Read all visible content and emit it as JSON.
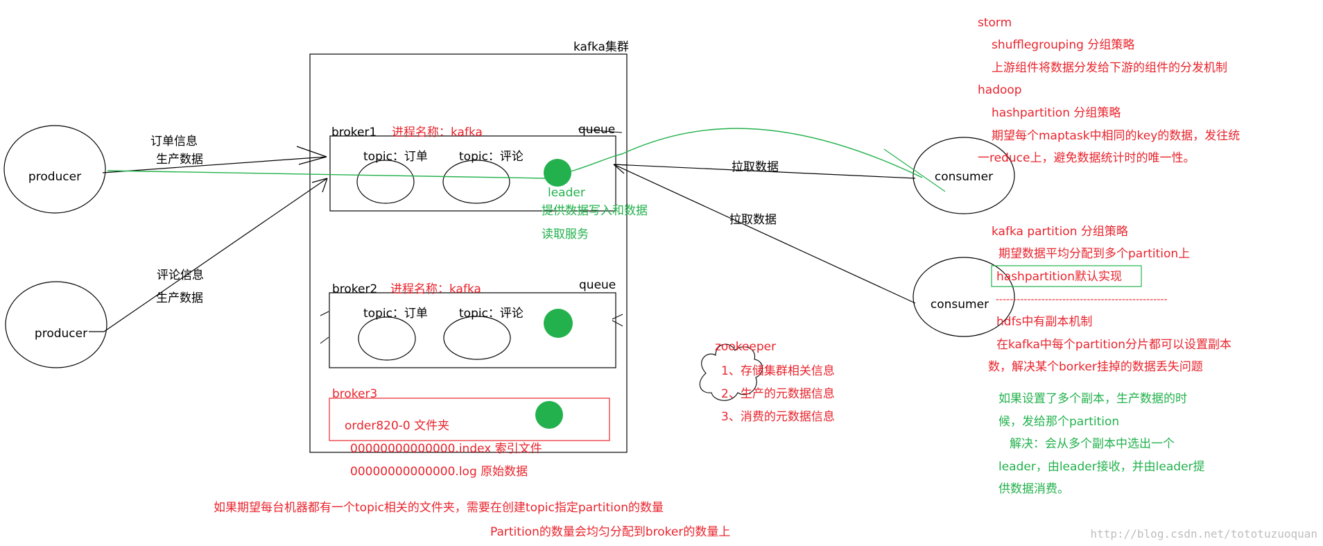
{
  "colors": {
    "black": "#000000",
    "red": "#e8242d",
    "green": "#22b14c",
    "watermark": "#bdbdbd"
  },
  "cluster": {
    "label": "kafka集群"
  },
  "producers": {
    "producer_1": "producer",
    "producer_2": "producer"
  },
  "consumers": {
    "consumer_1": "consumer",
    "consumer_2": "consumer"
  },
  "arrow_labels": {
    "order_info": "订单信息",
    "produce_data_1": "生产数据",
    "comment_info": "评论信息",
    "produce_data_2": "生产数据",
    "pull_data_1": "拉取数据",
    "pull_data_2": "拉取数据"
  },
  "broker1": {
    "name": "broker1",
    "process": "进程名称：kafka",
    "queue": "queue",
    "topic_order": "topic：订单",
    "topic_comment": "topic：评论"
  },
  "broker2": {
    "name": "broker2",
    "process": "进程名称：kafka",
    "queue": "queue",
    "topic_order": "topic：订单",
    "topic_comment": "topic：评论"
  },
  "broker3": {
    "name": "broker3",
    "folder": "order820-0 文件夹",
    "index_file": "00000000000000.index  索引文件",
    "log_file": "00000000000000.log   原始数据"
  },
  "leader": {
    "label": "leader",
    "desc_1": "提供数据写入和数据",
    "desc_2": "读取服务"
  },
  "zookeeper": {
    "title": "zookeeper",
    "item_1": "1、存储集群相关信息",
    "item_2": "2、生产的元数据信息",
    "item_3": "3、消费的元数据信息"
  },
  "notes_bottom": {
    "line_1": "如果期望每台机器都有一个topic相关的文件夹，需要在创建topic指定partition的数量",
    "line_2": "Partition的数量会均匀分配到broker的数量上"
  },
  "notes_right": {
    "storm": "storm",
    "shuffle": "shufflegrouping  分组策略",
    "shuffle_desc": "上游组件将数据分发给下游的组件的分发机制",
    "hadoop": "hadoop",
    "hashpartition": "hashpartition 分组策略",
    "hash_desc_1": "期望每个maptask中相同的key的数据，发往统",
    "hash_desc_2": "一reduce上，避免数据统计时的唯一性。",
    "kafka_partition": "kafka partition 分组策略",
    "kafka_desc": "期望数据平均分配到多个partition上",
    "default_impl": "hashpartition默认实现",
    "divider": "-------------------------------------------------",
    "hdfs": "hdfs中有副本机制",
    "kafka_replica_1": "在kafka中每个partition分片都可以设置副本",
    "kafka_replica_2": "数，解决某个borker挂掉的数据丢失问题",
    "replica_q_1": "如果设置了多个副本，生产数据的时",
    "replica_q_2": "候，发给那个partition",
    "replica_a_1": "解决：会从多个副本中选出一个",
    "replica_a_2": "leader，由leader接收，并由leader提",
    "replica_a_3": "供数据消费。"
  },
  "watermark": "http://blog.csdn.net/tototuzuoquan"
}
